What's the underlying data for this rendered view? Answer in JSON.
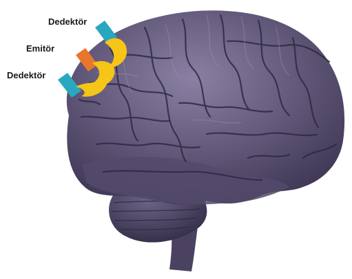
{
  "labels": {
    "detector_top": "Dedektör",
    "emitter": "Emitör",
    "detector_bottom": "Dedektör"
  },
  "colors": {
    "brain": "#5f5576",
    "brain_dark": "#3a3350",
    "brain_light": "#8a80a3",
    "sulcus": "#2f2942",
    "detector": "#2aa7c0",
    "emitter": "#e8762b",
    "pad": "#f5c518",
    "background": "#ffffff"
  },
  "icons": {
    "detector": "detector-probe-icon",
    "emitter": "emitter-probe-icon",
    "pad": "sensor-pad-icon"
  }
}
